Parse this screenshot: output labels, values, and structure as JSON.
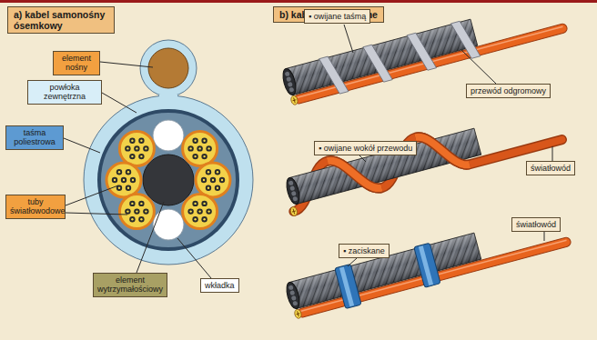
{
  "diagram": {
    "nodes": [
      {
        "text": [
          "a) kabel samonośny ósemkowy"
        ]
      },
      {
        "text": [
          "b) kable podwieszane"
        ]
      },
      {
        "text": [
          "element nośny"
        ]
      },
      {
        "text": [
          "powłoka zewnętrzna"
        ]
      },
      {
        "text": [
          "taśma poliestrowa"
        ]
      },
      {
        "text": [
          "tuby światłowodowe"
        ]
      },
      {
        "text": [
          "element wytrzymałościowy"
        ]
      },
      {
        "text": [
          "wkładka"
        ]
      },
      {
        "text": [
          "▪ owijane taśmą"
        ]
      },
      {
        "text": [
          "przewód odgromowy"
        ]
      },
      {
        "text": [
          "▪ owijane wokół przewodu"
        ]
      },
      {
        "text": [
          "światłowód"
        ]
      },
      {
        "text": [
          "▪ zaciskane"
        ]
      },
      {
        "text": [
          "światłowód"
        ]
      }
    ]
  }
}
